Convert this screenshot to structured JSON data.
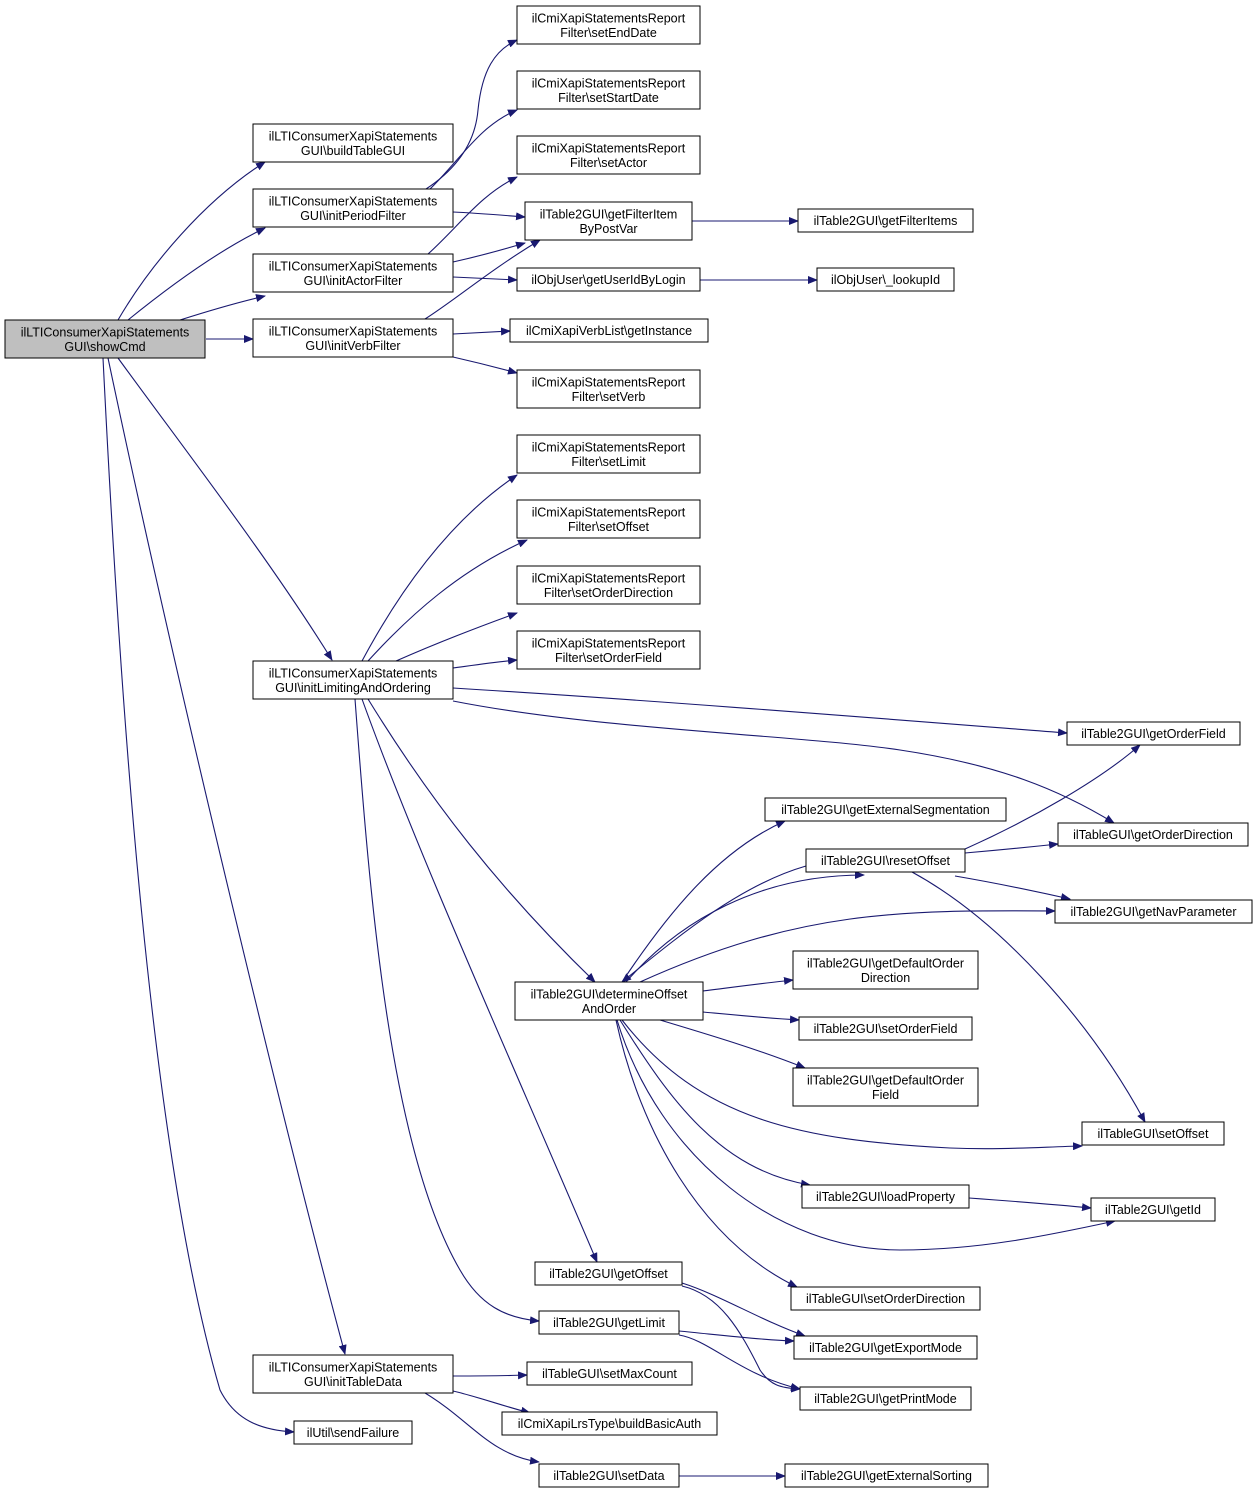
{
  "colors": {
    "edge": "#191970",
    "node_fill": "#ffffff",
    "root_fill": "#bfbfbf",
    "node_stroke": "#000000"
  },
  "nodes": {
    "showCmd": [
      "ilLTIConsumerXapiStatements",
      "GUI\\showCmd"
    ],
    "buildTableGUI": [
      "ilLTIConsumerXapiStatements",
      "GUI\\buildTableGUI"
    ],
    "initPeriodFilter": [
      "ilLTIConsumerXapiStatements",
      "GUI\\initPeriodFilter"
    ],
    "initActorFilter": [
      "ilLTIConsumerXapiStatements",
      "GUI\\initActorFilter"
    ],
    "initVerbFilter": [
      "ilLTIConsumerXapiStatements",
      "GUI\\initVerbFilter"
    ],
    "initLimitingAndOrdering": [
      "ilLTIConsumerXapiStatements",
      "GUI\\initLimitingAndOrdering"
    ],
    "initTableData": [
      "ilLTIConsumerXapiStatements",
      "GUI\\initTableData"
    ],
    "sendFailure": [
      "ilUtil\\sendFailure"
    ],
    "setEndDate": [
      "ilCmiXapiStatementsReport",
      "Filter\\setEndDate"
    ],
    "setStartDate": [
      "ilCmiXapiStatementsReport",
      "Filter\\setStartDate"
    ],
    "setActor": [
      "ilCmiXapiStatementsReport",
      "Filter\\setActor"
    ],
    "getFilterItemByPostVar": [
      "ilTable2GUI\\getFilterItem",
      "ByPostVar"
    ],
    "getFilterItems": [
      "ilTable2GUI\\getFilterItems"
    ],
    "getUserIdByLogin": [
      "ilObjUser\\getUserIdByLogin"
    ],
    "lookupId": [
      "ilObjUser\\_lookupId"
    ],
    "getInstance": [
      "ilCmiXapiVerbList\\getInstance"
    ],
    "setVerb": [
      "ilCmiXapiStatementsReport",
      "Filter\\setVerb"
    ],
    "setLimit": [
      "ilCmiXapiStatementsReport",
      "Filter\\setLimit"
    ],
    "setOffsetFilter": [
      "ilCmiXapiStatementsReport",
      "Filter\\setOffset"
    ],
    "setOrderDirectionFilter": [
      "ilCmiXapiStatementsReport",
      "Filter\\setOrderDirection"
    ],
    "setOrderFieldFilter": [
      "ilCmiXapiStatementsReport",
      "Filter\\setOrderField"
    ],
    "getOrderField": [
      "ilTable2GUI\\getOrderField"
    ],
    "getExternalSegmentation": [
      "ilTable2GUI\\getExternalSegmentation"
    ],
    "getOrderDirection": [
      "ilTableGUI\\getOrderDirection"
    ],
    "resetOffset": [
      "ilTable2GUI\\resetOffset"
    ],
    "getNavParameter": [
      "ilTable2GUI\\getNavParameter"
    ],
    "determineOffsetAndOrder": [
      "ilTable2GUI\\determineOffset",
      "AndOrder"
    ],
    "getDefaultOrderDirection": [
      "ilTable2GUI\\getDefaultOrder",
      "Direction"
    ],
    "setOrderField": [
      "ilTable2GUI\\setOrderField"
    ],
    "getDefaultOrderField": [
      "ilTable2GUI\\getDefaultOrder",
      "Field"
    ],
    "setOffset": [
      "ilTableGUI\\setOffset"
    ],
    "loadProperty": [
      "ilTable2GUI\\loadProperty"
    ],
    "getId": [
      "ilTable2GUI\\getId"
    ],
    "getOffset": [
      "ilTable2GUI\\getOffset"
    ],
    "setOrderDirection": [
      "ilTableGUI\\setOrderDirection"
    ],
    "getLimit": [
      "ilTable2GUI\\getLimit"
    ],
    "getExportMode": [
      "ilTable2GUI\\getExportMode"
    ],
    "getPrintMode": [
      "ilTable2GUI\\getPrintMode"
    ],
    "setMaxCount": [
      "ilTableGUI\\setMaxCount"
    ],
    "buildBasicAuth": [
      "ilCmiXapiLrsType\\buildBasicAuth"
    ],
    "setData": [
      "ilTable2GUI\\setData"
    ],
    "getExternalSorting": [
      "ilTable2GUI\\getExternalSorting"
    ]
  }
}
